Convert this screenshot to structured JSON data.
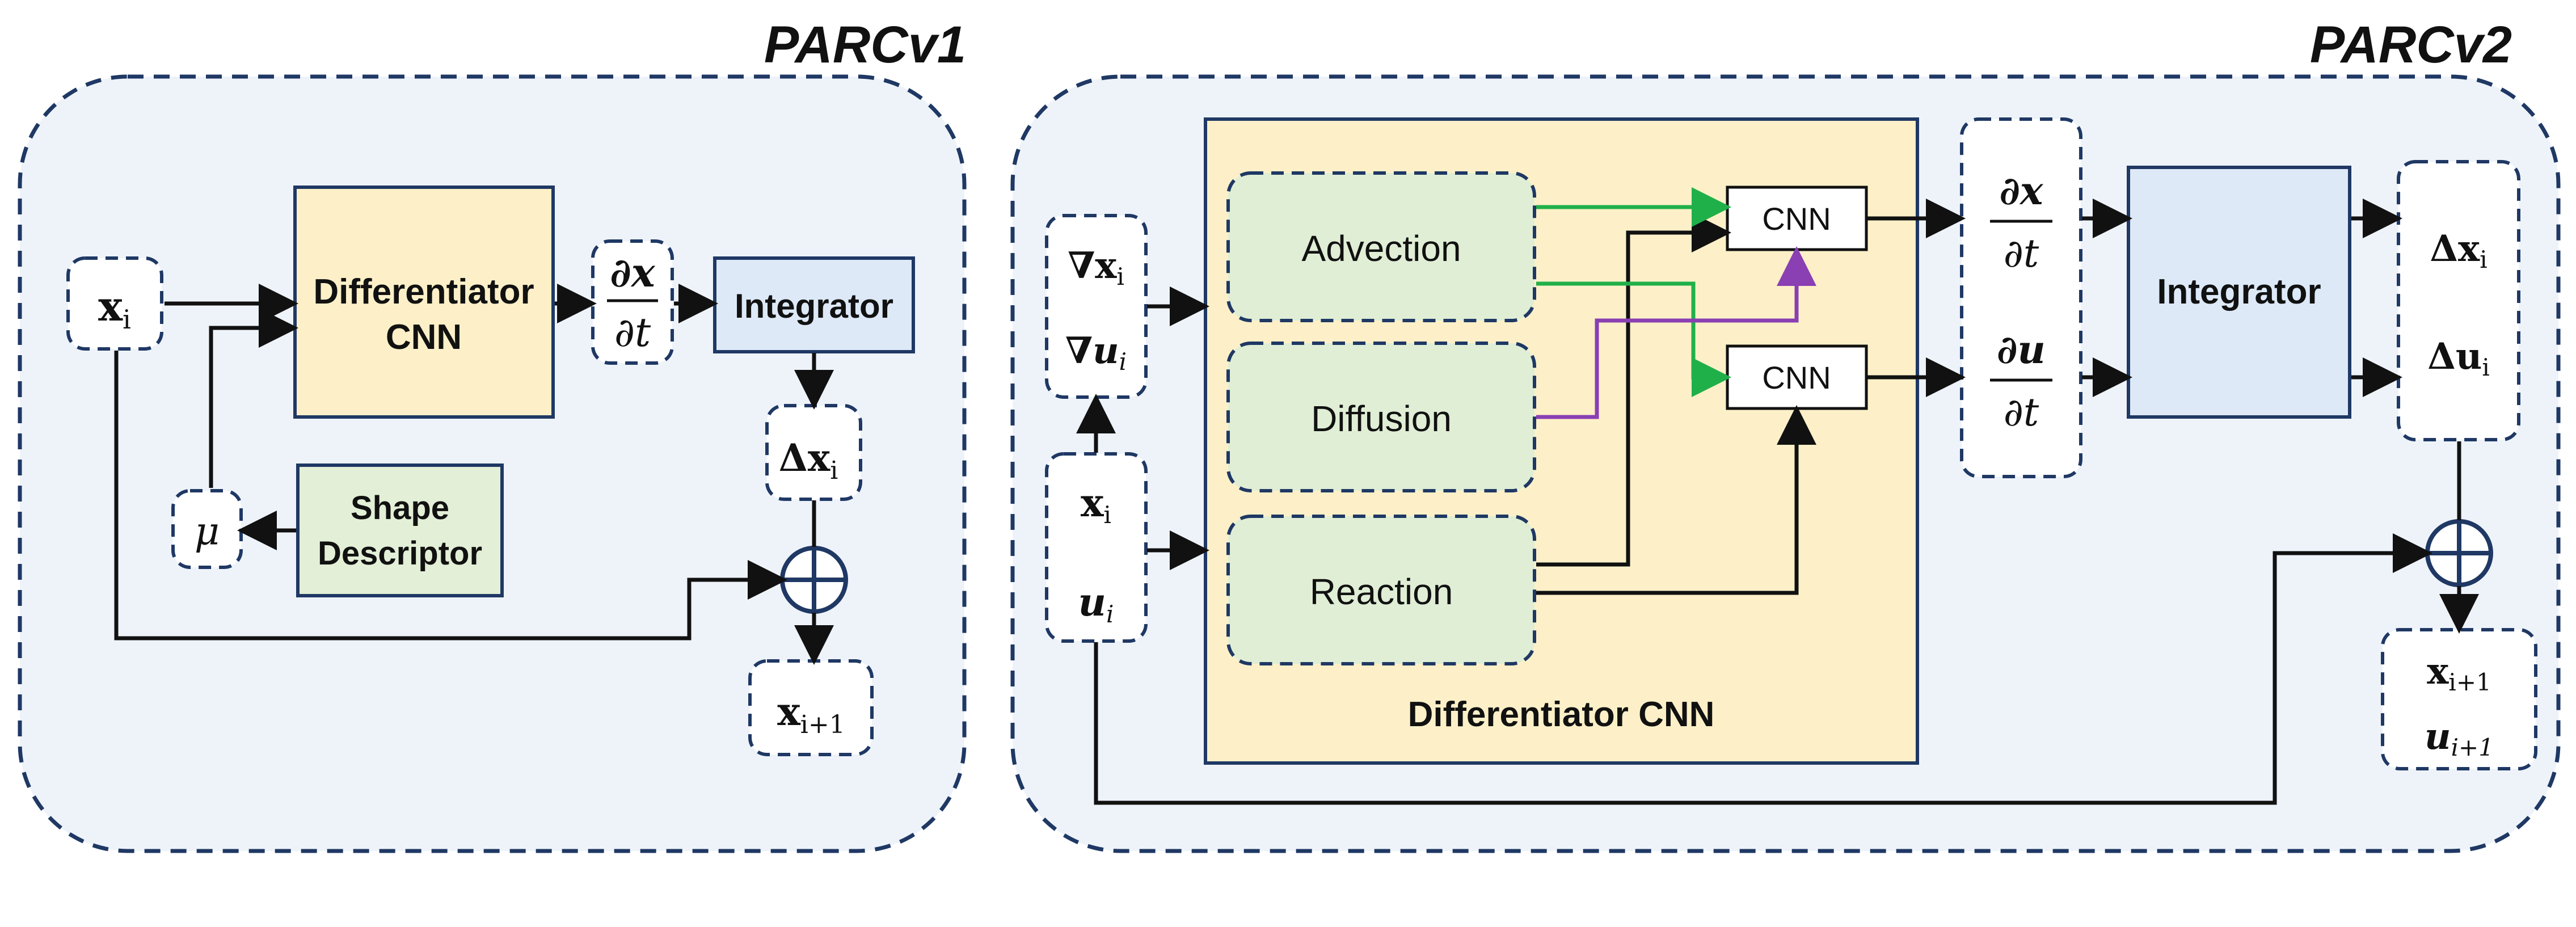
{
  "parcv1": {
    "title": "PARCv1",
    "input": {
      "base": "x",
      "sub": "i"
    },
    "differentiator": {
      "line1": "Differentiator",
      "line2": "CNN"
    },
    "derivative": {
      "num": "∂x",
      "den": "∂t"
    },
    "integrator": "Integrator",
    "delta": {
      "base": "Δx",
      "sub": "i"
    },
    "mu": "μ",
    "shape_descriptor": {
      "line1": "Shape",
      "line2": "Descriptor"
    },
    "output": {
      "base": "x",
      "sub": "i+1"
    },
    "sum_symbol": "⊕"
  },
  "parcv2": {
    "title": "PARCv2",
    "grad_x": {
      "base": "∇x",
      "sub": "i"
    },
    "grad_u": {
      "base": "∇u",
      "sub": "i"
    },
    "input_x": {
      "base": "x",
      "sub": "i"
    },
    "input_u": {
      "base": "u",
      "sub": "i"
    },
    "advection": "Advection",
    "diffusion": "Diffusion",
    "reaction": "Reaction",
    "differentiator_label": "Differentiator CNN",
    "cnn_top": "CNN",
    "cnn_bottom": "CNN",
    "deriv_x": {
      "num": "∂x",
      "den": "∂t"
    },
    "deriv_u": {
      "num": "∂u",
      "den": "∂t"
    },
    "integrator": "Integrator",
    "delta_x": {
      "base": "Δx",
      "sub": "i"
    },
    "delta_u": {
      "base": "Δu",
      "sub": "i"
    },
    "output_x": {
      "base": "x",
      "sub": "i+1"
    },
    "output_u": {
      "base": "u",
      "sub": "i+1"
    },
    "sum_symbol": "⊕"
  },
  "colors": {
    "panel_fill": "#eef3fa",
    "border": "#1f3864",
    "differentiator_fill": "#fdf0c8",
    "integrator_fill": "#dde9f7",
    "shape_fill": "#e3efd6",
    "module_fill": "#dfeed5",
    "green_arrow": "#20b04a",
    "purple_arrow": "#8a3fb3"
  }
}
